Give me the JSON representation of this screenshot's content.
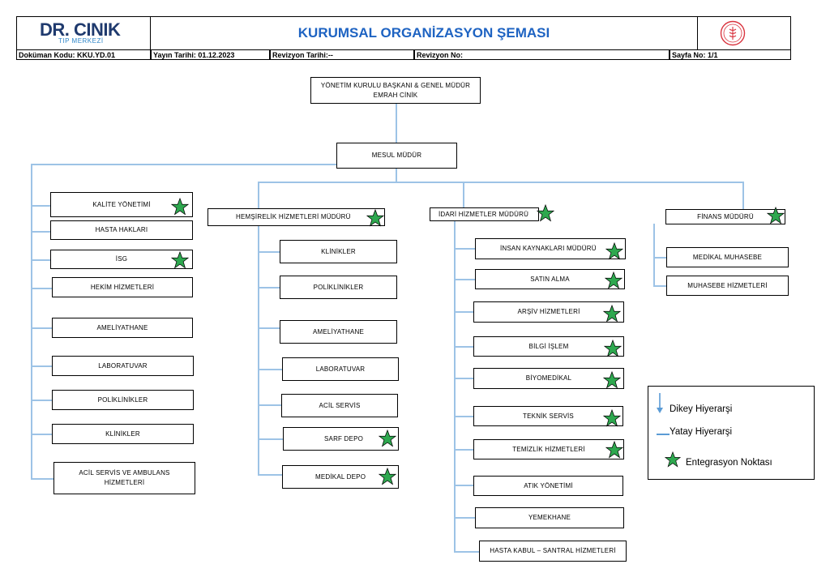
{
  "header": {
    "logo_main": "DR. CINIK",
    "logo_sub": "TIP MERKEZİ",
    "title": "KURUMSAL ORGANİZASYON ŞEMASI",
    "doc_code": "Doküman Kodu: KKU.YD.01",
    "publish_date": "Yayın Tarihi: 01.12.2023",
    "revision_date": "Revizyon Tarihi:--",
    "revision_no": "Revizyon No:",
    "page_no": "Sayfa No:  1/1"
  },
  "colors": {
    "title": "#1e63c2",
    "connector": "#9dc3e6",
    "star": "#2ea84f",
    "seal": "#d9343f"
  },
  "org": {
    "top_line1": "YÖNETİM KURULU BAŞKANI & GENEL MÜDÜR",
    "top_line2": "EMRAH CİNİK",
    "mesul": "MESUL MÜDÜR",
    "left_col": [
      "KALİTE YÖNETİMİ",
      "HASTA HAKLARI",
      "İSG",
      "HEKİM HİZMETLERİ",
      "AMELİYATHANE",
      "LABORATUVAR",
      "POLİKLİNİKLER",
      "KLİNİKLER",
      "ACİL SERVİS VE AMBULANS HİZMETLERİ"
    ],
    "nursing": {
      "head": "HEMŞİRELİK HİZMETLERİ MÜDÜRÜ",
      "items": [
        "KLİNİKLER",
        "POLİKLİNİKLER",
        "AMELİYATHANE",
        "LABORATUVAR",
        "ACİL SERVİS",
        "SARF DEPO",
        "MEDİKAL DEPO"
      ]
    },
    "admin": {
      "head": "İDARİ HİZMETLER MÜDÜRÜ",
      "items": [
        "İNSAN KAYNAKLARI MÜDÜRÜ",
        "SATIN ALMA",
        "ARŞİV HİZMETLERİ",
        "BİLGİ İŞLEM",
        "BİYOMEDİKAL",
        "TEKNİK SERVİS",
        "TEMİZLİK HİZMETLERİ",
        "ATIK YÖNETİMİ",
        "YEMEKHANE",
        "HASTA KABUL – SANTRAL HİZMETLERİ"
      ]
    },
    "finance": {
      "head": "FİNANS MÜDÜRÜ",
      "items": [
        "MEDİKAL MUHASEBE",
        "MUHASEBE HİZMETLERİ"
      ]
    }
  },
  "legend": {
    "vertical": "Dikey Hiyerarşi",
    "horizontal": "Yatay Hiyerarşi",
    "integration": "Entegrasyon Noktası"
  }
}
